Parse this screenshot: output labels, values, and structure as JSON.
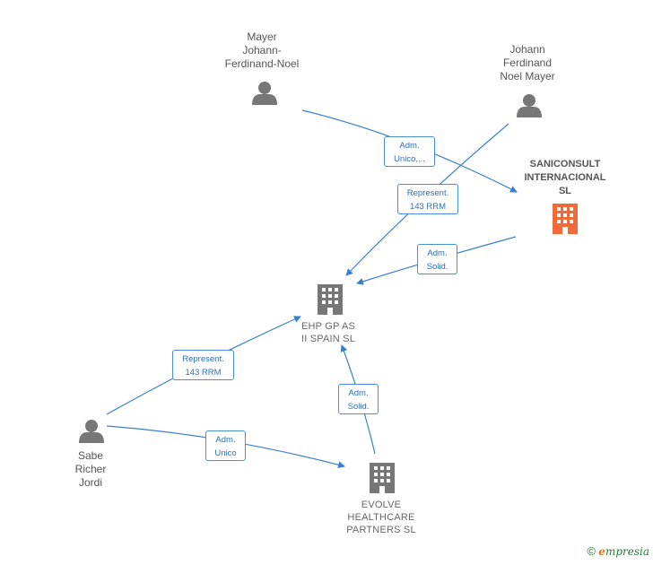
{
  "nodes": {
    "mayer": {
      "label": "Mayer\nJohann-\nFerdinand-Noel",
      "type": "person"
    },
    "johann": {
      "label": "Johann\nFerdinand\nNoel Mayer",
      "type": "person"
    },
    "saniconsult": {
      "label": "SANICONSULT\nINTERNACIONAL\nSL",
      "type": "company",
      "color": "#f26a3a"
    },
    "ehp": {
      "label": "EHP GP AS\nII SPAIN SL",
      "type": "company",
      "color": "#777777"
    },
    "sabe": {
      "label": "Sabe\nRicher\nJordi",
      "type": "person"
    },
    "evolve": {
      "label": "EVOLVE\nHEALTHCARE\nPARTNERS SL",
      "type": "company",
      "color": "#777777"
    }
  },
  "edges": [
    {
      "id": "e1",
      "label": "Adm.\nUnico,...",
      "from": "mayer",
      "to": "saniconsult"
    },
    {
      "id": "e2",
      "label": "Represent.\n143 RRM",
      "from": "johann",
      "to": "ehp"
    },
    {
      "id": "e3",
      "label": "Adm.\nSolid.",
      "from": "saniconsult",
      "to": "ehp"
    },
    {
      "id": "e4",
      "label": "Represent.\n143 RRM",
      "from": "sabe",
      "to": "ehp"
    },
    {
      "id": "e5",
      "label": "Adm.\nSolid.",
      "from": "evolve",
      "to": "ehp"
    },
    {
      "id": "e6",
      "label": "Adm.\nUnico",
      "from": "sabe",
      "to": "evolve"
    }
  ],
  "colors": {
    "edge": "#3a7fd0",
    "person_icon": "#777777"
  },
  "footer": {
    "copyright": "©",
    "brand_e": "e",
    "brand_rest": "mpresia"
  }
}
